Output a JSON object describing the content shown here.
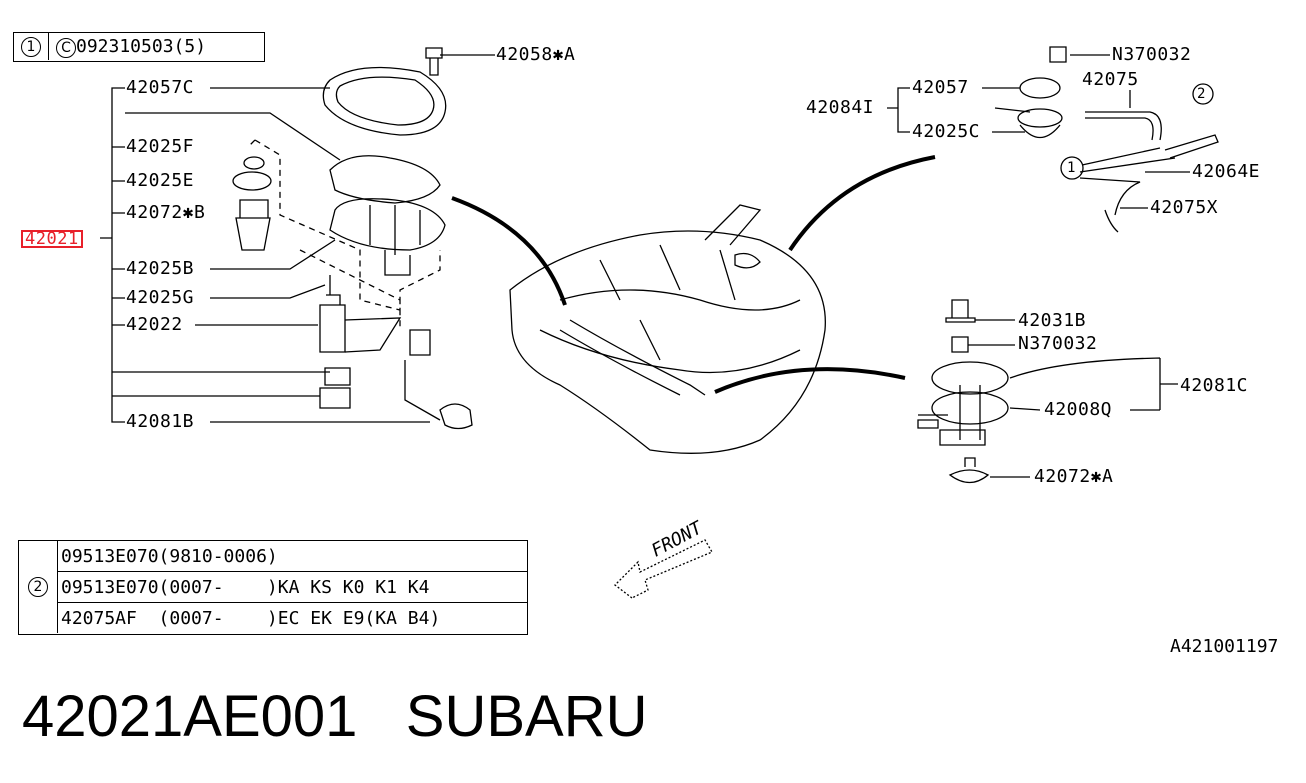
{
  "header": {
    "index_symbol": "1",
    "code_symbol": "C",
    "code": "092310503(5)"
  },
  "labels": {
    "p42058A": "42058✱A",
    "p42057C": "42057C",
    "p42025F": "42025F",
    "p42025E": "42025E",
    "p42072B": "42072✱B",
    "p42021": "42021",
    "p42025B": "42025B",
    "p42025G": "42025G",
    "p42022": "42022",
    "p42081B": "42081B",
    "pN370032a": "N370032",
    "p42057": "42057",
    "p42075": "42075",
    "p42084I": "42084I",
    "p42025C": "42025C",
    "p42064E": "42064E",
    "p42075X": "42075X",
    "callout2": "2",
    "callout1": "1",
    "p42031B": "42031B",
    "pN370032b": "N370032",
    "p42081C": "42081C",
    "p42008Q": "42008Q",
    "p42072A": "42072✱A"
  },
  "notes": {
    "symbol": "2",
    "rows": [
      "09513E070(9810-0006)",
      "09513E070(0007-    )KA KS K0 K1 K4",
      "42075AF  (0007-    )EC EK E9(KA B4)"
    ]
  },
  "front_label": "FRONT",
  "diagram_ref": "A421001197",
  "footer": {
    "part_number": "42021AE001",
    "brand": "SUBARU"
  },
  "colors": {
    "highlight": "#e8202a",
    "ink": "#000000"
  }
}
